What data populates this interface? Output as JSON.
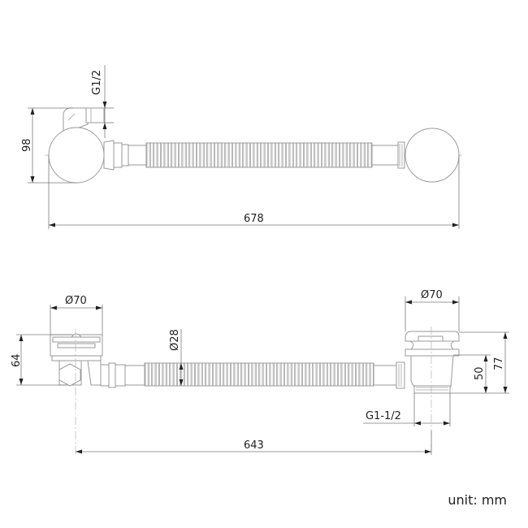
{
  "drawing": {
    "top_view": {
      "labels": {
        "thread": "G1/2",
        "height": "98",
        "length": "678"
      }
    },
    "side_view": {
      "labels": {
        "left_diameter": "Ø70",
        "right_diameter": "Ø70",
        "hose_diameter": "Ø28",
        "left_height": "64",
        "right_height_inner": "50",
        "right_height_total": "77",
        "outlet_thread": "G1-1/2",
        "length": "643"
      }
    },
    "unit_label": "unit: mm"
  }
}
